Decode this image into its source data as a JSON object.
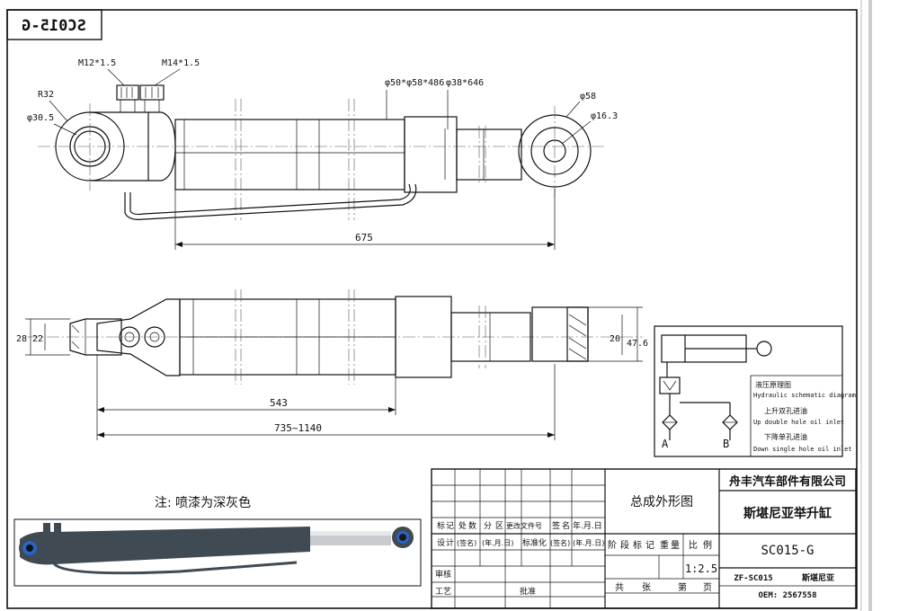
{
  "drawing_code_mirrored": "SC015-G",
  "top_view": {
    "ports": [
      "M12*1.5",
      "M14*1.5"
    ],
    "radius": "R32",
    "hole_dia_left": "φ30.5",
    "tube_spec": "φ50*φ58*486",
    "rod_spec": "φ38*646",
    "eye_outer": "φ58",
    "eye_hole": "φ16.3",
    "length": "675"
  },
  "side_view": {
    "dim_28": "28",
    "dim_22": "22",
    "dim_20": "20",
    "dim_47_6": "47.6",
    "len_543": "543",
    "len_range": "735~1140"
  },
  "hydraulic": {
    "title_cn": "液压原理图",
    "title_en": "Hydraulic schematic diagram",
    "up_cn": "上升双孔进油",
    "up_en": "Up double hole oil inlet",
    "down_cn": "下降单孔进油",
    "down_en": "Down single hole oil inlet",
    "port_a": "A",
    "port_b": "B"
  },
  "note": "注: 喷漆为深灰色",
  "title_block": {
    "company": "舟丰汽车部件有限公司",
    "drawing_name": "总成外形图",
    "product": "斯堪尼亚举升缸",
    "code": "SC015-G",
    "zf_code": "ZF-SC015",
    "brand": "斯堪尼亚",
    "oem": "OEM: 2567558",
    "scale": "1:2.5",
    "rev_row": [
      "标",
      "记",
      "处",
      "数",
      "分",
      "区",
      "更改文件号",
      "签",
      "名",
      "年.月.日"
    ],
    "design_row": [
      "设",
      "计",
      "(签名)",
      "(年.月.日)",
      "标准化",
      "(签名)",
      "(年.月.日)"
    ],
    "stage_labels": [
      "阶",
      "段",
      "标",
      "记",
      "重",
      "量",
      "比",
      "例"
    ],
    "review": "审核",
    "process": "工艺",
    "approve": "批准",
    "total": "共",
    "sheet_word": "张",
    "page": "第",
    "page_word": "页"
  }
}
